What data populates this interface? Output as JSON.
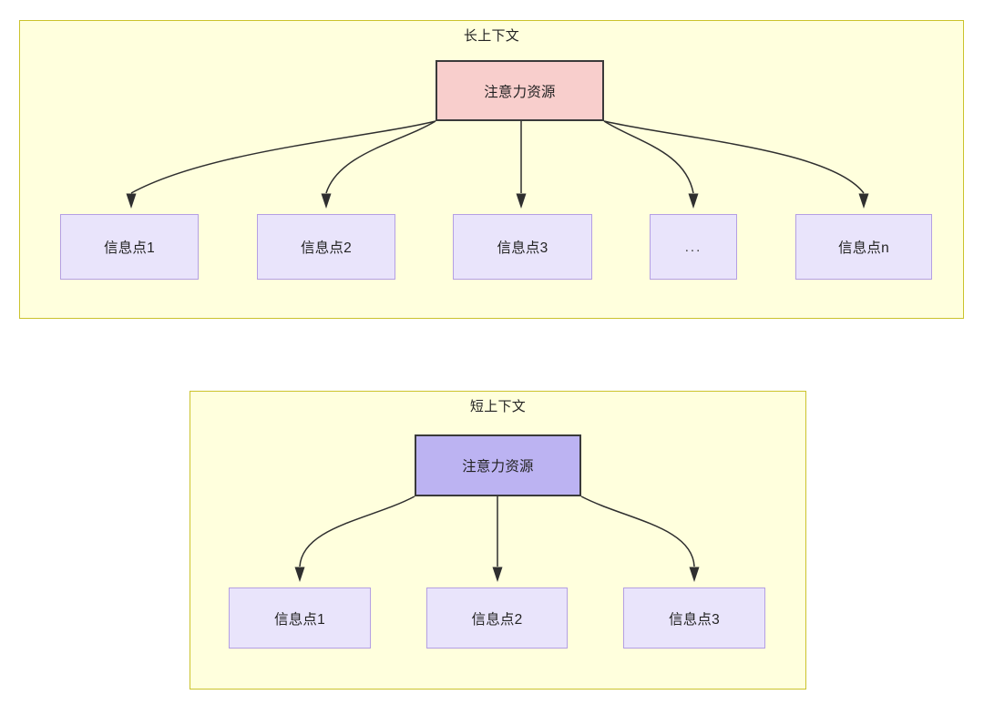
{
  "diagram": {
    "type": "hierarchy",
    "panels": [
      {
        "id": "long-context",
        "title": "长上下文",
        "root": {
          "label": "注意力资源",
          "fill": "#f8cecc",
          "stroke": "#3a3a3a"
        },
        "children": [
          {
            "label": "信息点1"
          },
          {
            "label": "信息点2"
          },
          {
            "label": "信息点3"
          },
          {
            "label": "..."
          },
          {
            "label": "信息点n"
          }
        ]
      },
      {
        "id": "short-context",
        "title": "短上下文",
        "root": {
          "label": "注意力资源",
          "fill": "#bcb3f2",
          "stroke": "#3a3a3a"
        },
        "children": [
          {
            "label": "信息点1"
          },
          {
            "label": "信息点2"
          },
          {
            "label": "信息点3"
          }
        ]
      }
    ],
    "colors": {
      "panel_background": "#ffffdd",
      "panel_border": "#cbc32c",
      "info_fill": "#e9e4fb",
      "info_border": "#b49fe3",
      "attention_long_fill": "#f8cecc",
      "attention_short_fill": "#bcb3f2",
      "edge": "#2f2f2f",
      "text": "#232323"
    }
  }
}
